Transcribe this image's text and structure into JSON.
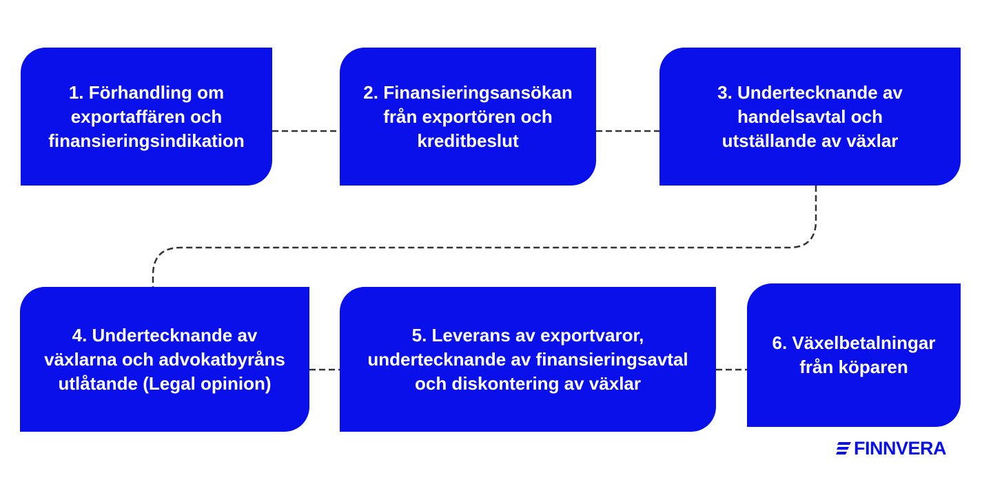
{
  "steps": [
    {
      "id": "s1",
      "text": "1. Förhandling om\nexportaffären och\nfinansieringsindikation"
    },
    {
      "id": "s2",
      "text": "2. Finansieringsansökan\nfrån exportören och\nkreditbeslut"
    },
    {
      "id": "s3",
      "text": "3. Undertecknande av\nhandelsavtal och\nutställande av växlar"
    },
    {
      "id": "s4",
      "text": "4. Undertecknande av\nväxlarna och advokatbyråns\nutlåtande (Legal opinion)"
    },
    {
      "id": "s5",
      "text": "5. Leverans av exportvaror,\nundertecknande av finansieringsavtal\noch diskontering av växlar"
    },
    {
      "id": "s6",
      "text": "6. Växelbetalningar\nfrån köparen"
    }
  ],
  "logo": {
    "text": "FINNVERA"
  },
  "colors": {
    "box": "#0a10ea",
    "connector": "#333333",
    "text": "#ffffff"
  }
}
